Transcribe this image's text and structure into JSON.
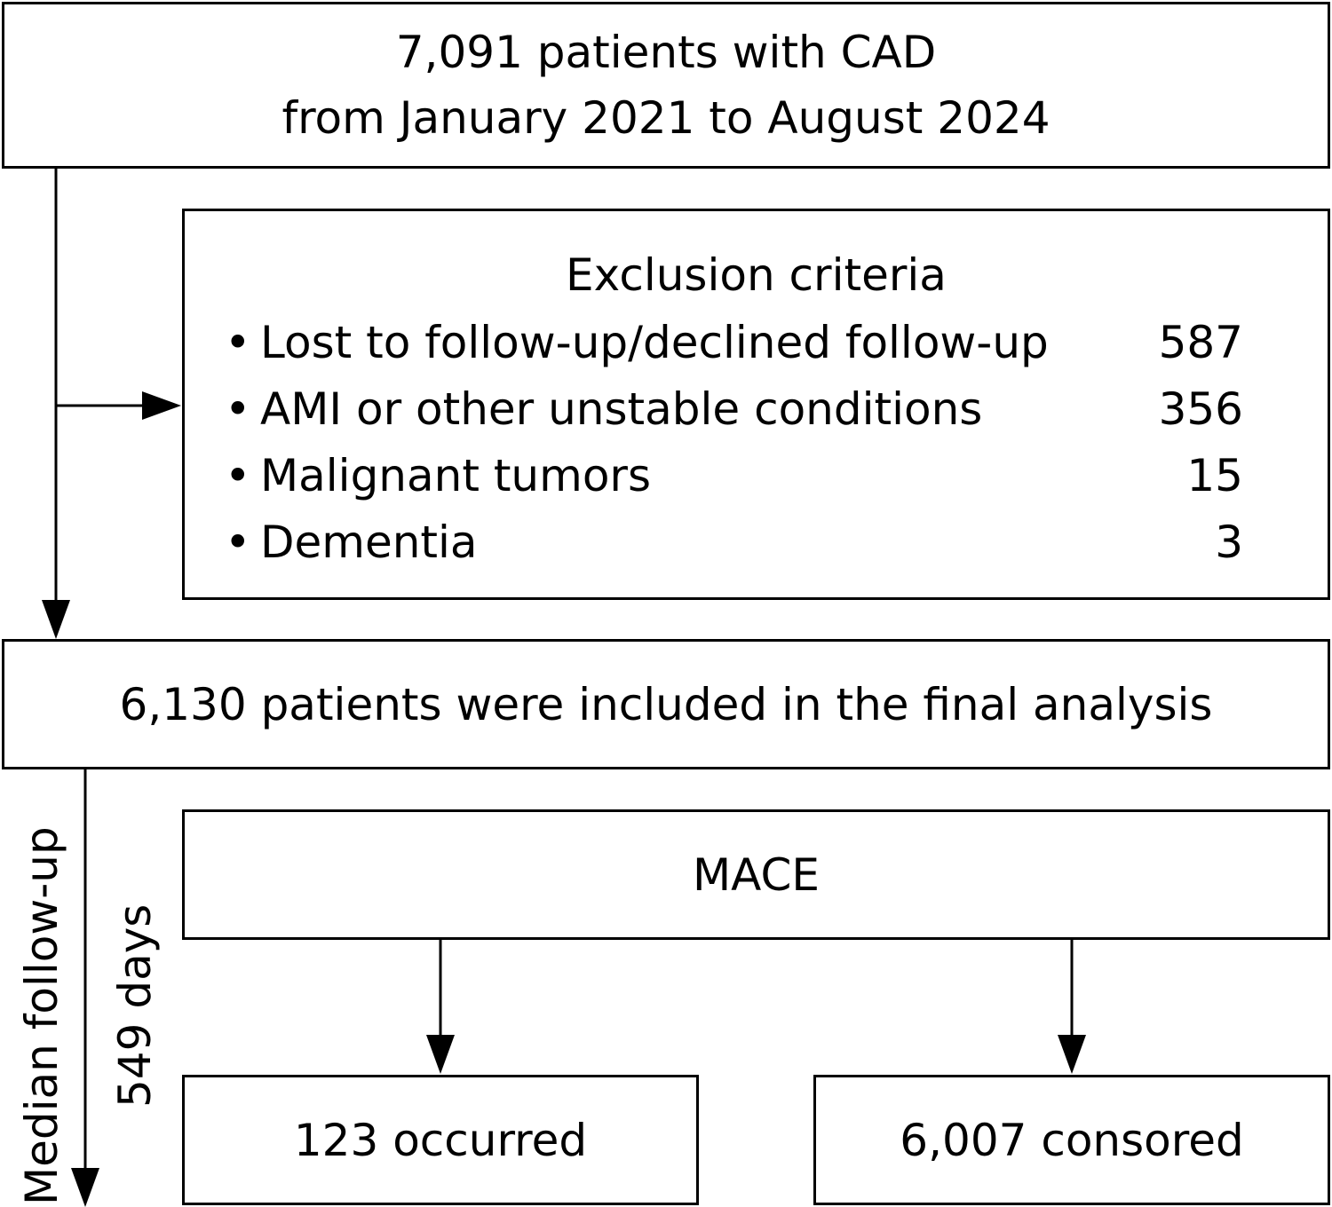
{
  "top_box": {
    "line1": "7,091 patients with CAD",
    "line2": "from January 2021 to August 2024"
  },
  "exclusion": {
    "title": "Exclusion criteria",
    "bullet": "•",
    "items": [
      {
        "label": "Lost to follow-up/declined follow-up",
        "count": "587"
      },
      {
        "label": "AMI or other unstable conditions",
        "count": "356"
      },
      {
        "label": "Malignant tumors",
        "count": "15"
      },
      {
        "label": "Dementia",
        "count": "3"
      }
    ]
  },
  "included_box": {
    "text": "6,130 patients were included in the final analysis"
  },
  "mace_box": {
    "text": "MACE"
  },
  "outcomes": {
    "occurred": "123 occurred",
    "censored": "6,007 consored"
  },
  "follow_up": {
    "label": "Median follow-up",
    "value": "549 days"
  },
  "colors": {
    "line": "#000000",
    "background": "#ffffff"
  }
}
